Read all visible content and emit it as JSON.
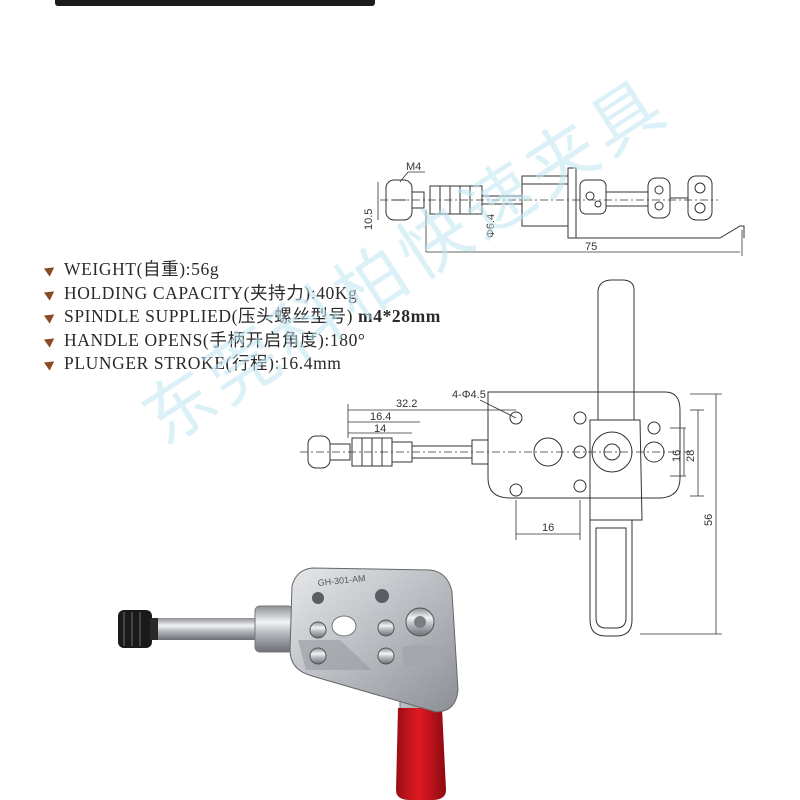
{
  "specs": [
    {
      "label": "WEIGHT(自重)",
      "value": ":56g"
    },
    {
      "label": "HOLDING CAPACITY(夹持力)",
      "value": ":40Kg"
    },
    {
      "label": "SPINDLE SUPPLIED(压头螺丝型号)",
      "value": " m4*28mm"
    },
    {
      "label": "HANDLE OPENS(手柄开启角度)",
      "value": ":180°"
    },
    {
      "label": "PLUNGER STROKE(行程)",
      "value": ":16.4mm"
    }
  ],
  "top_view_dims": {
    "thread": "M4",
    "height": "10.5",
    "diameter": "Φ6.4",
    "length": "75"
  },
  "side_view_dims": {
    "d1": "32.2",
    "d2": "16.4",
    "d3": "14",
    "holes": "4-Φ4.5",
    "h1": "16",
    "h2": "28",
    "h3": "56",
    "w1": "16"
  },
  "watermark": "东莞科柏快速夹具",
  "colors": {
    "handle_grip": "#c8121c",
    "body_metal": "#c9ccd0",
    "marker": "#8a4a24"
  }
}
